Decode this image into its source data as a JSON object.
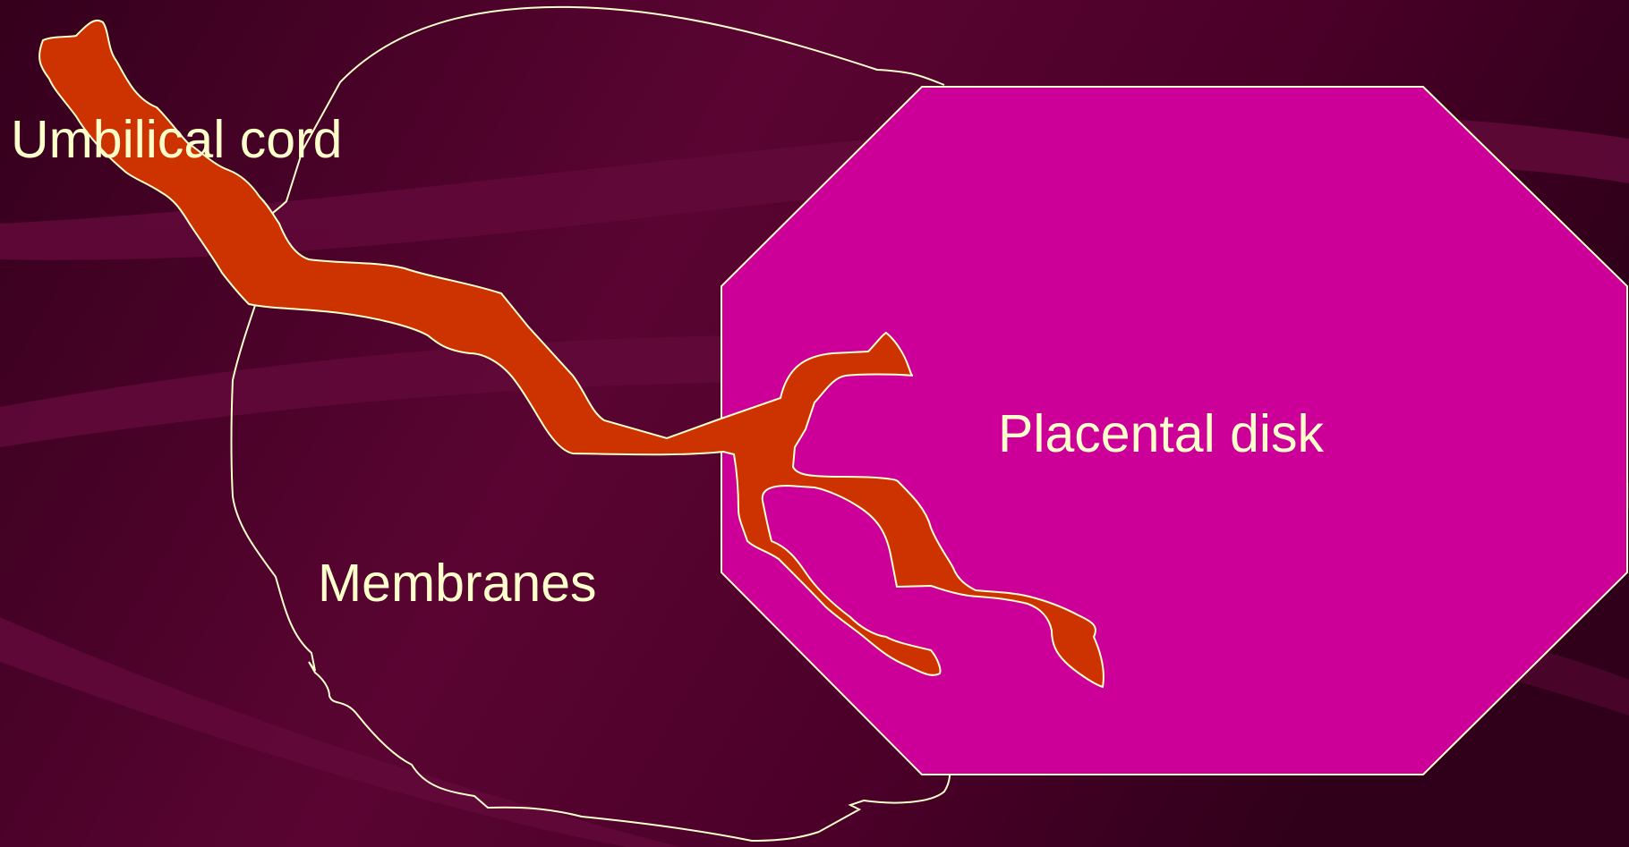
{
  "labels": {
    "umbilical_cord": "Umbilical cord",
    "membranes": "Membranes",
    "placental_disk": "Placental disk"
  },
  "colors": {
    "background_dark": "#3a0020",
    "background_mid": "#5a0432",
    "swoosh": "#6a0a3e",
    "placental_disk_fill": "#cc0099",
    "umbilical_cord_fill": "#cc3300",
    "outline": "#ffffcc",
    "label_text": "#ffffcc"
  }
}
